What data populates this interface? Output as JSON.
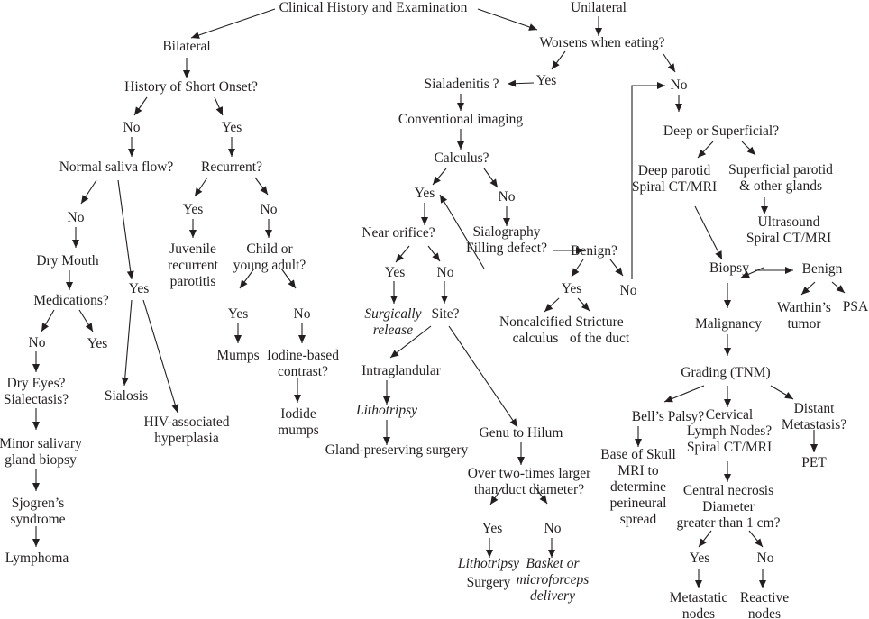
{
  "title": "Clinical History and Examination",
  "nodes": {
    "root": {
      "lines": [
        "Clinical History and Examination"
      ]
    },
    "bilateral": {
      "lines": [
        "Bilateral"
      ]
    },
    "short_onset": {
      "lines": [
        "History of Short Onset?"
      ]
    },
    "so_no": {
      "lines": [
        "No"
      ]
    },
    "so_yes": {
      "lines": [
        "Yes"
      ]
    },
    "normal_saliva": {
      "lines": [
        "Normal saliva flow?"
      ]
    },
    "ns_no": {
      "lines": [
        "No"
      ]
    },
    "dry_mouth": {
      "lines": [
        "Dry Mouth"
      ]
    },
    "medications": {
      "lines": [
        "Medications?"
      ]
    },
    "med_no": {
      "lines": [
        "No"
      ]
    },
    "med_yes": {
      "lines": [
        "Yes"
      ]
    },
    "dry_eyes": {
      "lines": [
        "Dry Eyes?",
        "Sialectasis?"
      ]
    },
    "minor_biopsy": {
      "lines": [
        "Minor salivary",
        "gland biopsy"
      ]
    },
    "sjogren": {
      "lines": [
        "Sjogren’s",
        "syndrome"
      ]
    },
    "lymphoma": {
      "lines": [
        "Lymphoma"
      ]
    },
    "ns_yes": {
      "lines": [
        "Yes"
      ]
    },
    "sialosis": {
      "lines": [
        "Sialosis"
      ]
    },
    "hiv": {
      "lines": [
        "HIV-associated",
        "hyperplasia"
      ]
    },
    "recurrent": {
      "lines": [
        "Recurrent?"
      ]
    },
    "rec_yes": {
      "lines": [
        "Yes"
      ]
    },
    "juvenile": {
      "lines": [
        "Juvenile",
        "recurrent",
        "parotitis"
      ]
    },
    "rec_no": {
      "lines": [
        "No"
      ]
    },
    "child": {
      "lines": [
        "Child or",
        "young adult?"
      ]
    },
    "child_yes": {
      "lines": [
        "Yes"
      ]
    },
    "mumps": {
      "lines": [
        "Mumps"
      ]
    },
    "child_no": {
      "lines": [
        "No"
      ]
    },
    "iodine": {
      "lines": [
        "Iodine-based",
        "contrast?"
      ]
    },
    "iodide": {
      "lines": [
        "Iodide",
        "mumps"
      ]
    },
    "unilateral": {
      "lines": [
        "Unilateral"
      ]
    },
    "worsens": {
      "lines": [
        "Worsens when eating?"
      ]
    },
    "we_yes": {
      "lines": [
        "Yes"
      ]
    },
    "sialadenitis": {
      "lines": [
        "Sialadenitis ?"
      ]
    },
    "conv_imaging": {
      "lines": [
        "Conventional imaging"
      ]
    },
    "calculus": {
      "lines": [
        "Calculus?"
      ]
    },
    "calc_yes": {
      "lines": [
        "Yes"
      ]
    },
    "near_orifice": {
      "lines": [
        "Near orifice?"
      ]
    },
    "no_yes": {
      "lines": [
        "Yes"
      ]
    },
    "surgically": {
      "lines": [
        "Surgically",
        "release"
      ],
      "italic": true
    },
    "no_no": {
      "lines": [
        "No"
      ]
    },
    "site": {
      "lines": [
        "Site?"
      ]
    },
    "intraglandular": {
      "lines": [
        "Intraglandular"
      ]
    },
    "lithotripsy1": {
      "lines": [
        "Lithotripsy"
      ],
      "italic": true
    },
    "gland_preserving": {
      "lines": [
        "Gland-preserving surgery"
      ]
    },
    "genu": {
      "lines": [
        "Genu to Hilum"
      ]
    },
    "over_two": {
      "lines": [
        "Over two-times larger",
        "than duct diameter?"
      ]
    },
    "ot_yes": {
      "lines": [
        "Yes"
      ]
    },
    "lithotripsy2": {
      "lines": [
        "Lithotripsy"
      ],
      "italic": true
    },
    "surgery": {
      "lines": [
        "Surgery"
      ]
    },
    "ot_no": {
      "lines": [
        "No"
      ]
    },
    "basket": {
      "lines": [
        "Basket or",
        "microforceps",
        "delivery"
      ],
      "italic": true
    },
    "calc_no": {
      "lines": [
        "No"
      ]
    },
    "sialography": {
      "lines": [
        "Sialography",
        "Filling defect?"
      ]
    },
    "benign_q": {
      "lines": [
        "Benign?"
      ]
    },
    "ben_yes": {
      "lines": [
        "Yes"
      ]
    },
    "noncalcified": {
      "lines": [
        "Noncalcified",
        "calculus"
      ]
    },
    "stricture": {
      "lines": [
        "Stricture",
        "of the duct"
      ]
    },
    "ben_no": {
      "lines": [
        "No"
      ]
    },
    "we_no": {
      "lines": [
        "No"
      ]
    },
    "deep_sup": {
      "lines": [
        "Deep or Superficial?"
      ]
    },
    "deep_parotid": {
      "lines": [
        "Deep parotid",
        "Spiral CT/MRI"
      ]
    },
    "sup_parotid": {
      "lines": [
        "Superficial parotid",
        "& other glands"
      ]
    },
    "ultrasound": {
      "lines": [
        "Ultrasound",
        "Spiral CT/MRI"
      ]
    },
    "biopsy": {
      "lines": [
        "Biopsy"
      ]
    },
    "benign": {
      "lines": [
        "Benign"
      ]
    },
    "warthin": {
      "lines": [
        "Warthin’s",
        "tumor"
      ]
    },
    "psa": {
      "lines": [
        "PSA"
      ]
    },
    "malignancy": {
      "lines": [
        "Malignancy"
      ]
    },
    "grading": {
      "lines": [
        "Grading (TNM)"
      ]
    },
    "bells": {
      "lines": [
        "Bell’s Palsy?"
      ]
    },
    "base_skull": {
      "lines": [
        "Base of Skull",
        "MRI  to",
        "determine",
        "perineural",
        "spread"
      ]
    },
    "cervical": {
      "lines": [
        "Cervical",
        "Lymph Nodes?",
        "Spiral CT/MRI"
      ]
    },
    "central_necrosis": {
      "lines": [
        "Central necrosis",
        "Diameter",
        "greater than 1 cm?"
      ]
    },
    "cn_yes": {
      "lines": [
        "Yes"
      ]
    },
    "metastatic": {
      "lines": [
        "Metastatic",
        "nodes"
      ]
    },
    "cn_no": {
      "lines": [
        "No"
      ]
    },
    "reactive": {
      "lines": [
        "Reactive",
        "nodes"
      ]
    },
    "distant": {
      "lines": [
        "Distant",
        "Metastasis?"
      ]
    },
    "pet": {
      "lines": [
        "PET"
      ]
    }
  }
}
